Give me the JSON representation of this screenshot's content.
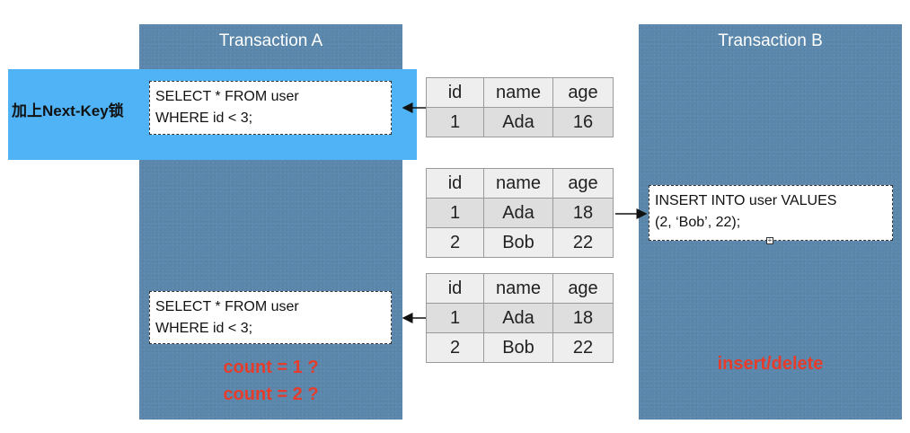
{
  "transaction_a": {
    "title": "Transaction A"
  },
  "transaction_b": {
    "title": "Transaction B"
  },
  "lock_label": "加上Next-Key锁",
  "sql_select": {
    "line1": "SELECT * FROM user",
    "line2": "WHERE id < 3;"
  },
  "sql_insert": {
    "line1": "INSERT INTO user VALUES",
    "line2": "(2, ‘Bob’, 22);"
  },
  "table_header": {
    "id": "id",
    "name": "name",
    "age": "age"
  },
  "table1": {
    "rows": [
      {
        "id": "1",
        "name": "Ada",
        "age": "16"
      }
    ]
  },
  "table2": {
    "rows": [
      {
        "id": "1",
        "name": "Ada",
        "age": "18"
      },
      {
        "id": "2",
        "name": "Bob",
        "age": "22"
      }
    ]
  },
  "table3": {
    "rows": [
      {
        "id": "1",
        "name": "Ada",
        "age": "18"
      },
      {
        "id": "2",
        "name": "Bob",
        "age": "22"
      }
    ]
  },
  "notes": {
    "count1": "count = 1 ?",
    "count2": "count = 2 ?",
    "insert_delete": "insert/delete"
  },
  "colors": {
    "panel": "#5a87ab",
    "highlight": "#4fb3f5",
    "note": "#e53c2c"
  }
}
